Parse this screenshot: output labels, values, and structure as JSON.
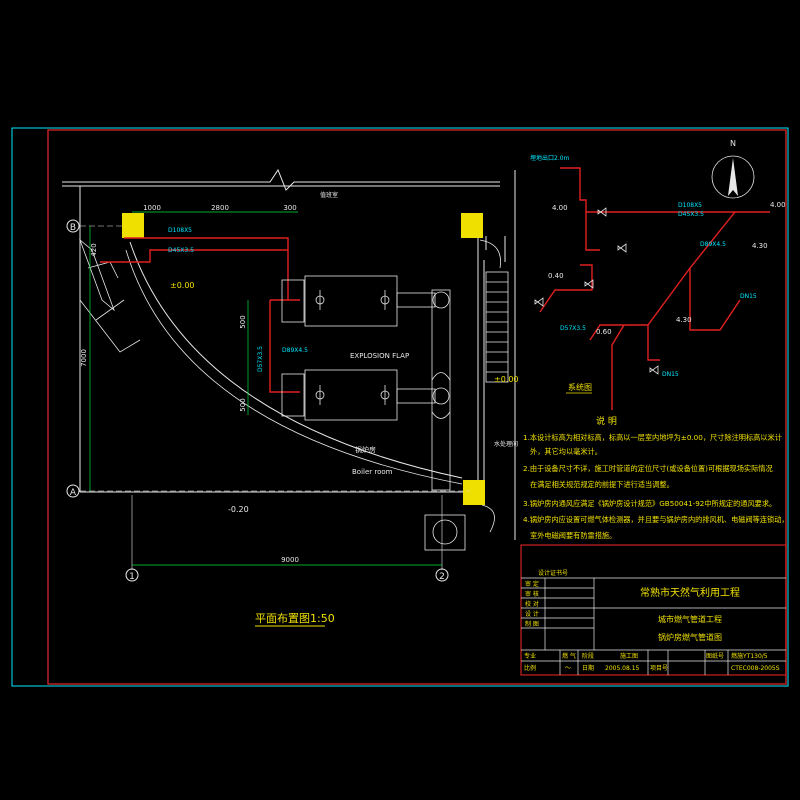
{
  "colors": {
    "background": "#000000",
    "frame": "#cc2222",
    "wall": "#e8e8e8",
    "gas_pipe": "#e02020",
    "duct": "#e8e8e8",
    "column": "#f0e000",
    "dim": "#ffffff",
    "cyan": "#00e8ff",
    "green": "#00e040",
    "yellow": "#f0e000",
    "magenta": "#ff40ff"
  },
  "plan": {
    "grid_b": "B",
    "grid_a": "A",
    "grid_1": "1",
    "grid_2": "2",
    "dim_1000": "1000",
    "dim_2800": "2800",
    "dim_300": "300",
    "dim_7000": "7000",
    "dim_9000": "9000",
    "dim_500a": "500",
    "dim_500b": "500",
    "dim_420": "420",
    "level_000": "±0.00",
    "level_000_stair": "±0.00",
    "level_020": "-0.20",
    "pipe_d108": "D108X5",
    "pipe_d45": "D45X3.5",
    "pipe_d89": "D89X4.5",
    "pipe_d57": "D57X3.5",
    "explosion_flap": "EXPLOSION FLAP",
    "boiler_room_cn": "锅炉房",
    "boiler_room_en": "Boiler room",
    "top_room": "值班室",
    "side_room": "水处理间",
    "title": "平面布置图1:50"
  },
  "system": {
    "north": "N",
    "pipe_top_label": "埋地出口2.0m",
    "level_400a": "4.00",
    "level_400b": "4.00",
    "level_430a": "4.30",
    "level_430b": "4.30",
    "level_040": "0.40",
    "level_060": "0.60",
    "pipe_d108a": "D108X5",
    "pipe_d45a": "D45X3.5",
    "pipe_d89a": "D89X4.5",
    "pipe_d57a": "D57X3.5",
    "dn15a": "DN15",
    "dn15b": "DN15",
    "caption": "系统图"
  },
  "notes": {
    "heading": "说  明",
    "line1": "1.本设计标高为相对标高，标高以一层室内地坪为±0.00，尺寸除注明标高以米计",
    "line2": "外，其它均以毫米计。",
    "line3": "2.由于设备尺寸不详，施工时管道的定位尺寸(或设备位置)可根据现场实际情况",
    "line4": "在满足相关规范规定的前提下进行适当调整。",
    "line5": "3.锅炉房内通风应满足《锅炉房设计规范》GB50041-92中所规定的通风要求。",
    "line6": "4.锅炉房内应设置可燃气体检测器，并且要与锅炉房内的排风机、电磁阀等连锁动，",
    "line7": "室外电磁阀要有防雷措施。"
  },
  "title_block": {
    "label_design": "设计证书号",
    "project": "常熟市天然气利用工程",
    "row_1": "审 定",
    "row_2": "审 核",
    "row_3": "校 对",
    "row_4": "设 计",
    "row_5": "制 图",
    "subtitle1": "城市燃气管道工程",
    "subtitle2": "锅炉房燃气管道图",
    "f_major_label": "专业",
    "f_major": "燃 气",
    "f_stage_label": "阶段",
    "f_stage": "施工图",
    "f_drawno_label": "图纸号",
    "f_drawno": "燃施YT130/5",
    "f_scale_label": "比例",
    "f_scale": "～",
    "f_date_label": "日期",
    "f_date": "2005.08.15",
    "f_projno_label": "项目号",
    "f_projno": "CTEC008-2005S"
  }
}
